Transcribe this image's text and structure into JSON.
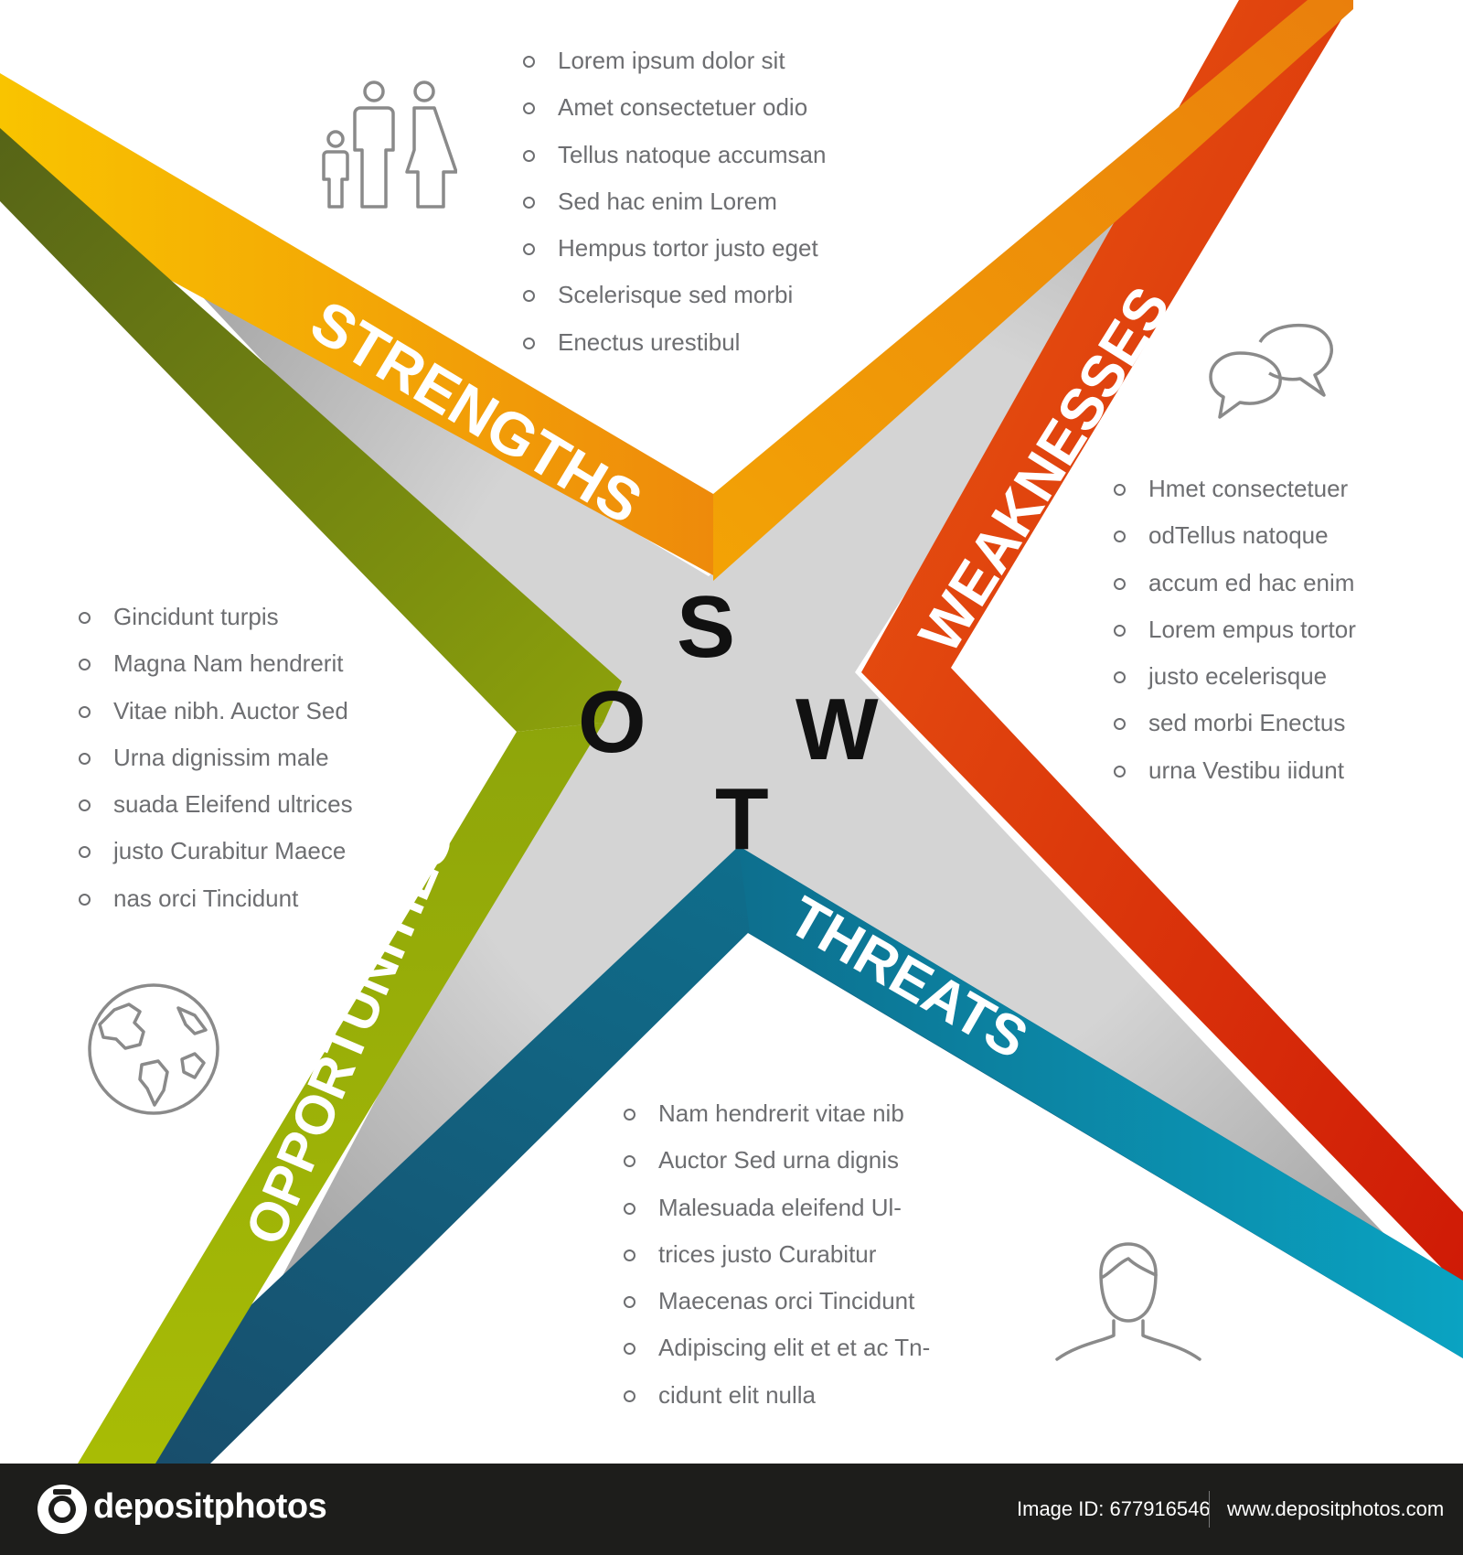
{
  "swot": {
    "letters": {
      "s": "S",
      "w": "W",
      "o": "O",
      "t": "T"
    },
    "strengths": {
      "title": "STRENGTHS",
      "items": [
        "Lorem ipsum dolor sit",
        "Amet consectetuer odio",
        "Tellus natoque accumsan",
        "Sed hac enim Lorem",
        "Hempus tortor justo eget",
        "Scelerisque sed morbi",
        "Enectus urestibul"
      ]
    },
    "weaknesses": {
      "title": "WEAKNESSES",
      "items": [
        "Hmet consectetuer",
        "odTellus natoque",
        "accum ed hac enim",
        "Lorem empus tortor",
        "justo ecelerisque",
        "sed morbi Enectus",
        "urna Vestibu iidunt"
      ]
    },
    "opportunities": {
      "title": "OPPORTUNITIES",
      "items": [
        "Gincidunt turpis",
        "Magna Nam hendrerit",
        "Vitae nibh. Auctor Sed",
        "Urna dignissim male",
        "suada Eleifend ultrices",
        "justo Curabitur Maece",
        "nas orci Tincidunt"
      ]
    },
    "threats": {
      "title": "THREATS",
      "items": [
        "Nam hendrerit vitae nib",
        "Auctor Sed urna dignis",
        "Malesuada eleifend Ul-",
        "trices justo Curabitur",
        "Maecenas orci Tincidunt",
        "Adipiscing elit et et ac Tn-",
        "cidunt elit nulla"
      ]
    }
  },
  "icons": {
    "strengths": "family-icon",
    "weaknesses": "speech-bubbles-icon",
    "opportunities": "globe-icon",
    "threats": "person-icon"
  },
  "colors": {
    "strengths": [
      "#f9b800",
      "#ee8f0b"
    ],
    "weaknesses": [
      "#ea5512",
      "#cf1d06"
    ],
    "opportunities": [
      "#5e6d1b",
      "#a5b806"
    ],
    "threats": [
      "#0f5c7c",
      "#0a9ab8"
    ],
    "center": "#d3d3d3",
    "footer": "#1d1d1b"
  },
  "footer": {
    "brand": "depositphotos",
    "image_id": "Image ID: 677916546",
    "site": "www.depositphotos.com"
  }
}
